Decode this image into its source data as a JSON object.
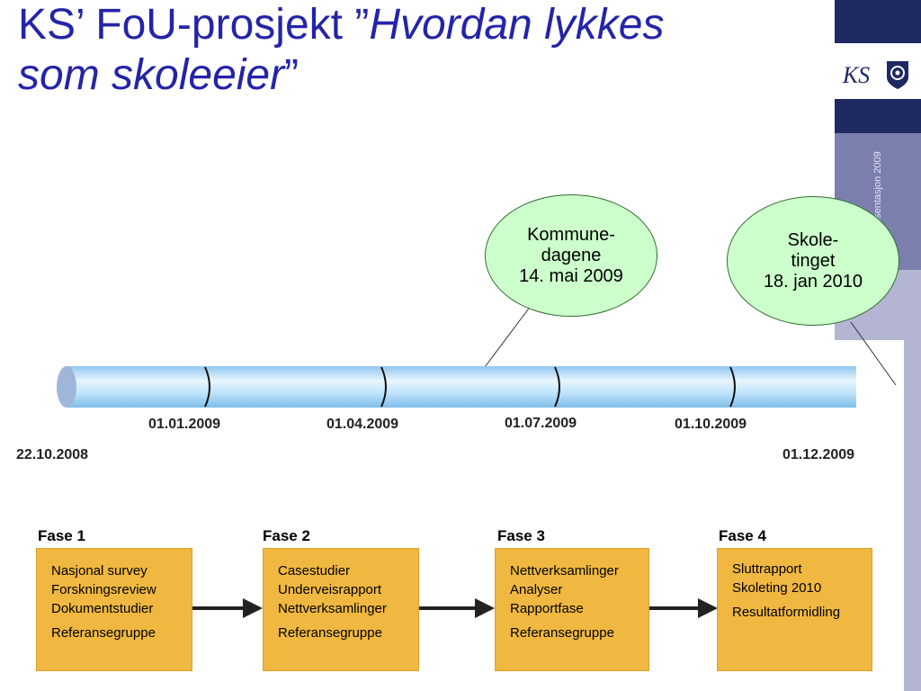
{
  "title": {
    "part1": "KS’ FoU-prosjekt ”",
    "part2": "Hvordan lykkes",
    "part3": "som skoleeier",
    "part4": "”"
  },
  "side_text": "Presentasjon 2009",
  "logo": {
    "text": "KS"
  },
  "bubbles": [
    {
      "lines": [
        "Kommune-",
        "dagene",
        "14. mai 2009"
      ]
    },
    {
      "lines": [
        "Skole-",
        "tinget",
        "18. jan 2010"
      ]
    }
  ],
  "timeline": {
    "ticks": [
      "01.01.2009",
      "01.04.2009",
      "01.07.2009",
      "01.10.2009"
    ],
    "start": "22.10.2008",
    "end": "01.12.2009"
  },
  "phases": [
    {
      "name": "Fase 1",
      "items": [
        "Nasjonal survey",
        "Forskningsreview",
        "Dokumentstudier",
        "Referansegruppe"
      ]
    },
    {
      "name": "Fase 2",
      "items": [
        "Casestudier",
        "Underveisrapport",
        "Nettverksamlinger",
        "Referansegruppe"
      ]
    },
    {
      "name": "Fase 3",
      "items": [
        "Nettverksamlinger",
        "Analyser",
        "Rapportfase",
        "Referansegruppe"
      ]
    },
    {
      "name": "Fase 4",
      "items": [
        "Sluttrapport",
        "Skoleting 2010",
        "Resultatformidling"
      ]
    }
  ]
}
